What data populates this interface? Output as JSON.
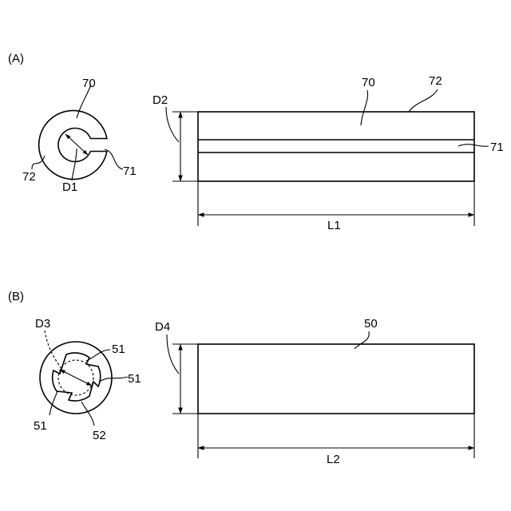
{
  "figure_a": {
    "label": "(A)",
    "ref_70_cross": "70",
    "ref_71_cross": "71",
    "ref_72_cross": "72",
    "dim_d1": "D1",
    "dim_d2": "D2",
    "ref_70_side": "70",
    "ref_72_side": "72",
    "ref_71_side": "71",
    "dim_l1": "L1"
  },
  "figure_b": {
    "label": "(B)",
    "dim_d3": "D3",
    "ref_51_upper": "51",
    "ref_51_right": "51",
    "ref_51_lower": "51",
    "ref_52": "52",
    "dim_d4": "D4",
    "ref_50": "50",
    "dim_l2": "L2"
  }
}
